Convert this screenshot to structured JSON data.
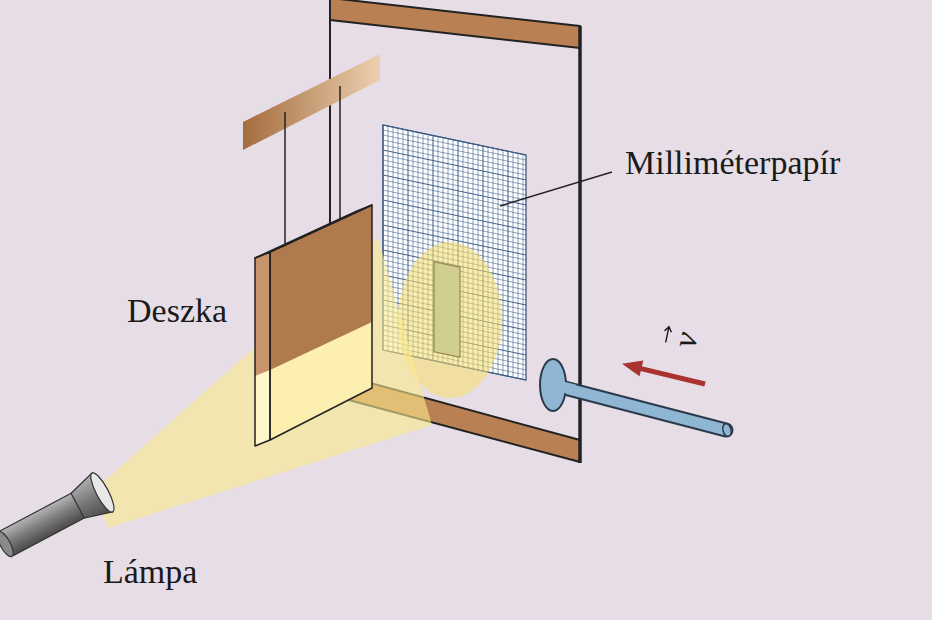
{
  "diagram": {
    "labels": [
      "Milliméterpapír",
      "Deszka",
      "Lámpa",
      "v"
    ]
  }
}
